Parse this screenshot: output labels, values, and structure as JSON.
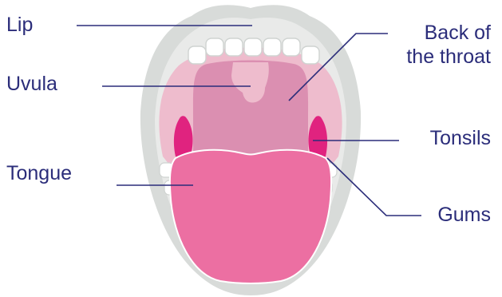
{
  "diagram": {
    "label_color": "#2b2d7a",
    "leader_color": "#2b2d7a",
    "colors": {
      "lip_outer": "#d8dbd9",
      "lip_inner": "#e9eae9",
      "teeth": "#ffffff",
      "teeth_outline": "#cfd3d1",
      "palate": "#eebccd",
      "throat": "#db8fb1",
      "uvula": "#eebccd",
      "tonsil": "#e0237f",
      "tongue": "#ec6fa2",
      "tongue_outline": "#ffffff"
    },
    "labels": {
      "lip": "Lip",
      "uvula": "Uvula",
      "tongue": "Tongue",
      "back_of_throat_line1": "Back of",
      "back_of_throat_line2": "the throat",
      "tonsils": "Tonsils",
      "gums": "Gums"
    }
  }
}
